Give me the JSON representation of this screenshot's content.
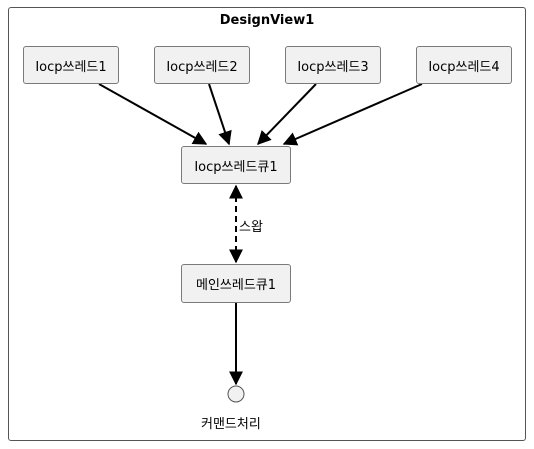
{
  "diagram": {
    "title": "DesignView1",
    "nodes": [
      {
        "id": "t1",
        "label": "Iocp쓰레드1"
      },
      {
        "id": "t2",
        "label": "Iocp쓰레드2"
      },
      {
        "id": "t3",
        "label": "Iocp쓰레드3"
      },
      {
        "id": "t4",
        "label": "Iocp쓰레드4"
      },
      {
        "id": "iocp_queue",
        "label": "Iocp쓰레드큐1"
      },
      {
        "id": "main_queue",
        "label": "메인쓰레드큐1"
      }
    ],
    "edges": [
      {
        "from": "t1",
        "to": "iocp_queue",
        "style": "solid"
      },
      {
        "from": "t2",
        "to": "iocp_queue",
        "style": "solid"
      },
      {
        "from": "t3",
        "to": "iocp_queue",
        "style": "solid"
      },
      {
        "from": "t4",
        "to": "iocp_queue",
        "style": "solid"
      },
      {
        "from": "iocp_queue",
        "to": "main_queue",
        "style": "dashed",
        "direction": "both",
        "label": "스왑"
      },
      {
        "from": "main_queue",
        "to": "command_handler",
        "style": "solid"
      }
    ],
    "endpoint": {
      "id": "command_handler",
      "label": "커맨드처리"
    }
  }
}
